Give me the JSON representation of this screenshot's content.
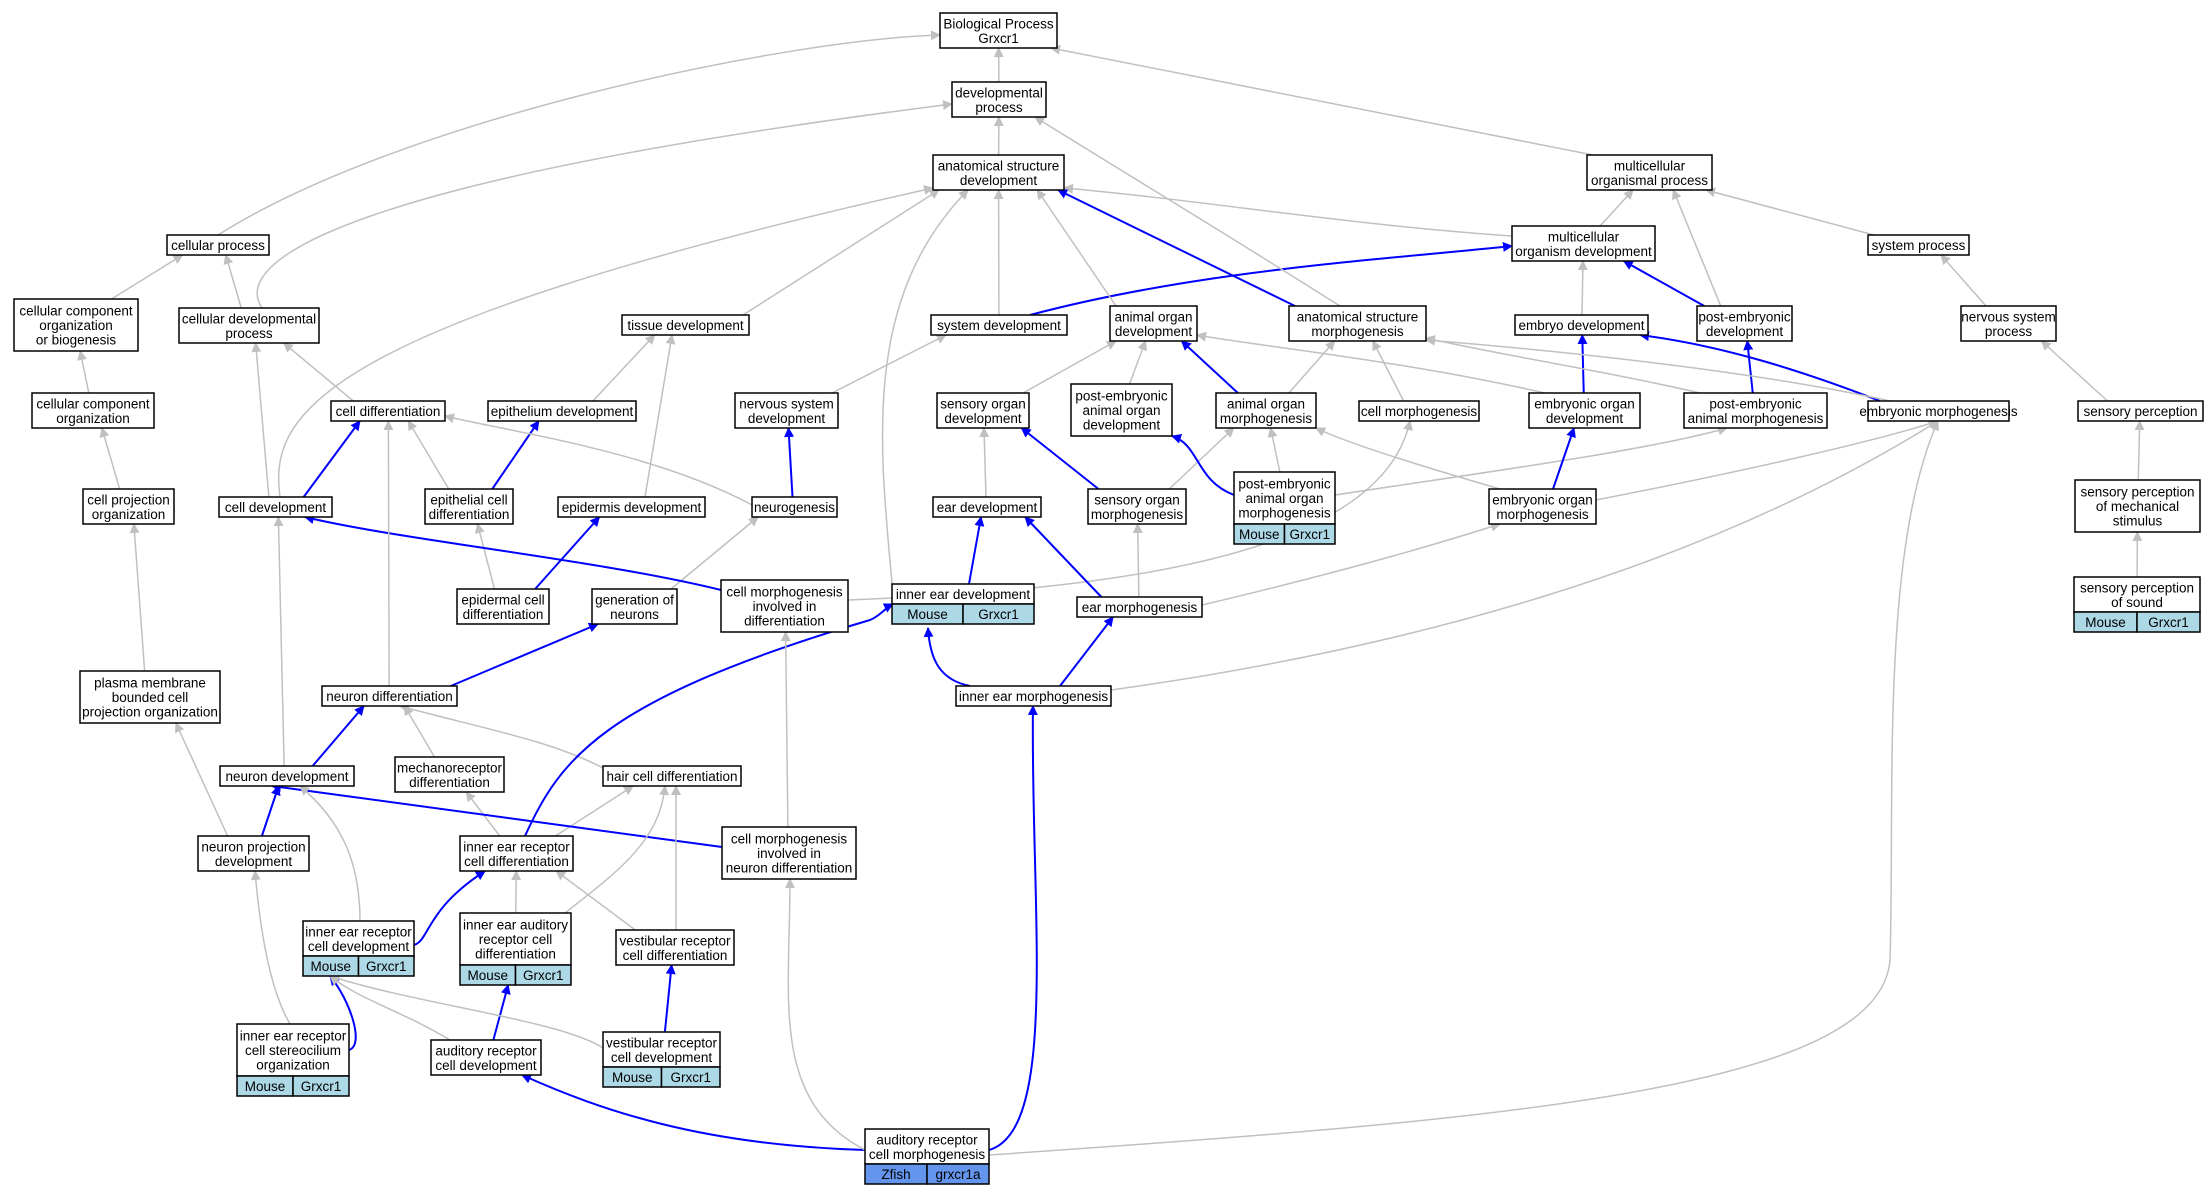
{
  "colors": {
    "grey_edge": "#c0c0c0",
    "blue_edge": "#0000ff",
    "node_border": "#000000",
    "mouse_fill": "#add8e6",
    "zfish_fill": "#6495ed"
  },
  "nodes": {
    "bp": [
      "Biological Process",
      "Grxcr1"
    ],
    "devproc": [
      "developmental",
      "process"
    ],
    "asd": [
      "anatomical structure",
      "development"
    ],
    "mop": [
      "multicellular",
      "organismal process"
    ],
    "cellproc": [
      "cellular process"
    ],
    "mod": [
      "multicellular",
      "organism development"
    ],
    "sysproc": [
      "system process"
    ],
    "ccob": [
      "cellular component",
      "organization",
      "or biogenesis"
    ],
    "cdp": [
      "cellular developmental",
      "process"
    ],
    "tissue": [
      "tissue development"
    ],
    "sysdev": [
      "system development"
    ],
    "aod": [
      "animal organ",
      "development"
    ],
    "asm": [
      "anatomical structure",
      "morphogenesis"
    ],
    "embdev": [
      "embryo development"
    ],
    "pedev": [
      "post-embryonic",
      "development"
    ],
    "nsp": [
      "nervous system",
      "process"
    ],
    "cco": [
      "cellular component",
      "organization"
    ],
    "celldiff": [
      "cell differentiation"
    ],
    "epidev": [
      "epithelium development"
    ],
    "nsd": [
      "nervous system",
      "development"
    ],
    "sod": [
      "sensory organ",
      "development"
    ],
    "peaod": [
      "post-embryonic",
      "animal organ",
      "development"
    ],
    "aom": [
      "animal organ",
      "morphogenesis"
    ],
    "cellmorph": [
      "cell morphogenesis"
    ],
    "eod": [
      "embryonic organ",
      "development"
    ],
    "peam": [
      "post-embryonic",
      "animal morphogenesis"
    ],
    "embmorph": [
      "embryonic morphogenesis"
    ],
    "sp": [
      "sensory perception"
    ],
    "cpo": [
      "cell projection",
      "organization"
    ],
    "celldev": [
      "cell development"
    ],
    "epicd": [
      "epithelial cell",
      "differentiation"
    ],
    "epiddev": [
      "epidermis development"
    ],
    "neurogen": [
      "neurogenesis"
    ],
    "eardev": [
      "ear development"
    ],
    "som": [
      "sensory organ",
      "morphogenesis"
    ],
    "peaom": [
      "post-embryonic",
      "animal organ",
      "morphogenesis"
    ],
    "eom": [
      "embryonic organ",
      "morphogenesis"
    ],
    "spms": [
      "sensory perception",
      "of mechanical",
      "stimulus"
    ],
    "epcd": [
      "epidermal cell",
      "differentiation"
    ],
    "gon": [
      "generation of",
      "neurons"
    ],
    "cmid": [
      "cell morphogenesis",
      "involved in",
      "differentiation"
    ],
    "ied": [
      "inner ear development"
    ],
    "earmorph": [
      "ear morphogenesis"
    ],
    "sps": [
      "sensory perception",
      "of sound"
    ],
    "pmbcpo": [
      "plasma membrane",
      "bounded cell",
      "projection organization"
    ],
    "neurdiff": [
      "neuron differentiation"
    ],
    "iem": [
      "inner ear morphogenesis"
    ],
    "neurdev": [
      "neuron development"
    ],
    "mechdiff": [
      "mechanoreceptor",
      "differentiation"
    ],
    "hcd": [
      "hair cell differentiation"
    ],
    "npd": [
      "neuron projection",
      "development"
    ],
    "iercd": [
      "inner ear receptor",
      "cell differentiation"
    ],
    "cmind": [
      "cell morphogenesis",
      "involved in",
      "neuron differentiation"
    ],
    "iercdev": [
      "inner ear receptor",
      "cell development"
    ],
    "ieard": [
      "inner ear auditory",
      "receptor cell",
      "differentiation"
    ],
    "vrcd": [
      "vestibular receptor",
      "cell differentiation"
    ],
    "iercso": [
      "inner ear receptor",
      "cell stereocilium",
      "organization"
    ],
    "arcd": [
      "auditory receptor",
      "cell development"
    ],
    "vrcdev": [
      "vestibular receptor",
      "cell development"
    ],
    "arcm": [
      "auditory receptor",
      "cell morphogenesis"
    ]
  },
  "annotations": {
    "ied": [
      "Mouse",
      "Grxcr1"
    ],
    "peaom": [
      "Mouse",
      "Grxcr1"
    ],
    "sps": [
      "Mouse",
      "Grxcr1"
    ],
    "iercdev": [
      "Mouse",
      "Grxcr1"
    ],
    "ieard": [
      "Mouse",
      "Grxcr1"
    ],
    "iercso": [
      "Mouse",
      "Grxcr1"
    ],
    "vrcdev": [
      "Mouse",
      "Grxcr1"
    ],
    "arcm": [
      "Zfish",
      "grxcr1a"
    ]
  }
}
